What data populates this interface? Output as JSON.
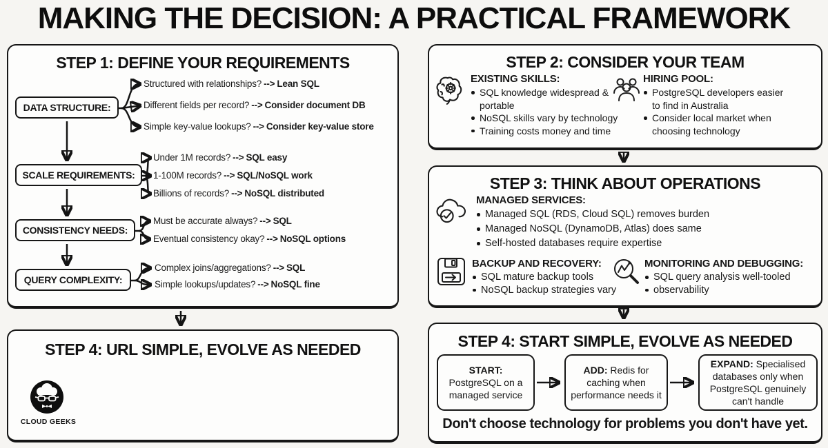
{
  "title": "MAKING THE DECISION: A PRACTICAL FRAMEWORK",
  "arrow_label": "-->",
  "step1": {
    "heading": "STEP 1: DEFINE YOUR REQUIREMENTS",
    "groups": [
      {
        "label": "DATA STRUCTURE:",
        "branches": [
          {
            "q": "Structured with relationships?",
            "a": "Lean SQL"
          },
          {
            "q": "Different fields per record?",
            "a": "Consider document DB"
          },
          {
            "q": "Simple key-value lookups?",
            "a": "Consider key-value store"
          }
        ]
      },
      {
        "label": "SCALE REQUIREMENTS:",
        "branches": [
          {
            "q": "Under 1M records?",
            "a": "SQL easy"
          },
          {
            "q": "1-100M records?",
            "a": "SQL/NoSQL work"
          },
          {
            "q": "Billions of records?",
            "a": "NoSQL distributed"
          }
        ]
      },
      {
        "label": "CONSISTENCY NEEDS:",
        "branches": [
          {
            "q": "Must be accurate always?",
            "a": "SQL"
          },
          {
            "q": "Eventual consistency okay?",
            "a": "NoSQL options"
          }
        ]
      },
      {
        "label": "QUERY COMPLEXITY:",
        "branches": [
          {
            "q": "Complex joins/aggregations?",
            "a": "SQL"
          },
          {
            "q": "Simple lookups/updates?",
            "a": "NoSQL fine"
          }
        ]
      }
    ]
  },
  "step2": {
    "heading": "STEP 2: CONSIDER YOUR TEAM",
    "sections": [
      {
        "icon": "brain-icon",
        "title": "EXISTING SKILLS:",
        "bullets": [
          "SQL knowledge widespread & portable",
          "NoSQL skills vary by technology",
          "Training costs money and time"
        ]
      },
      {
        "icon": "people-icon",
        "title": "HIRING POOL:",
        "bullets": [
          "PostgreSQL developers easier to find in Australia",
          "Consider local market when choosing technology"
        ]
      }
    ]
  },
  "step3": {
    "heading": "STEP 3: THINK ABOUT OPERATIONS",
    "sections": [
      {
        "icon": "cloud-check-icon",
        "title": "MANAGED SERVICES:",
        "bullets": [
          "Managed SQL (RDS, Cloud SQL) removes burden",
          "Managed NoSQL (DynamoDB, Atlas) does same",
          "Self-hosted databases require expertise"
        ]
      },
      {
        "icon": "floppy-disk-icon",
        "title": "BACKUP AND RECOVERY:",
        "bullets": [
          "SQL mature backup tools",
          "NoSQL backup strategies vary"
        ]
      },
      {
        "icon": "magnifier-chart-icon",
        "title": "MONITORING AND DEBUGGING:",
        "bullets": [
          "SQL query analysis well-tooled",
          "observability"
        ]
      }
    ]
  },
  "step4_left": {
    "heading": "STEP 4: URL SIMPLE, EVOLVE AS NEEDED",
    "logo_text": "CLOUD GEEKS"
  },
  "step4_right": {
    "heading": "STEP 4: START SIMPLE, EVOLVE AS NEEDED",
    "boxes": [
      {
        "label": "START:",
        "text": "PostgreSQL on a managed service"
      },
      {
        "label": "ADD:",
        "text": "Redis for caching when performance needs it"
      },
      {
        "label": "EXPAND:",
        "text": "Specialised databases only when PostgreSQL genuinely can't handle"
      }
    ],
    "footer": "Don't choose technology for problems you don't have yet."
  },
  "colors": {
    "ink": "#141414",
    "panel_bg": "#fdfdfc",
    "page_bg": "#f6f5f2"
  }
}
